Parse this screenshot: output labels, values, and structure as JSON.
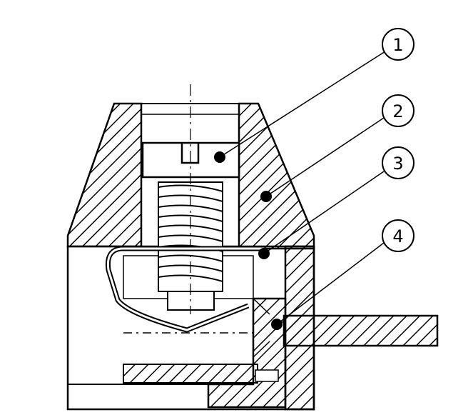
{
  "diagram": {
    "type": "technical-cross-section",
    "line_color": "#000000",
    "background": "#ffffff",
    "callouts": [
      {
        "label": "1",
        "part": "screw"
      },
      {
        "label": "2",
        "part": "housing"
      },
      {
        "label": "3",
        "part": "clamp-spring"
      },
      {
        "label": "4",
        "part": "conductor-bar"
      }
    ]
  }
}
